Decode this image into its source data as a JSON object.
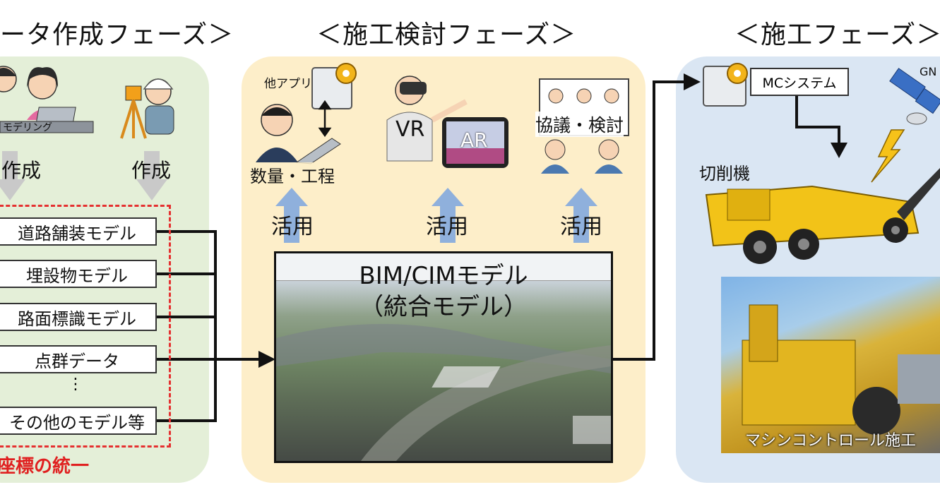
{
  "phases": {
    "data_creation": {
      "title": "ータ作成フェーズ＞"
    },
    "planning": {
      "title": "＜施工検討フェーズ＞"
    },
    "construction": {
      "title": "＜施工フェーズ＞"
    }
  },
  "data_creation": {
    "modeling_label": "モデリング",
    "create_label_1": "作成",
    "create_label_2": "作成",
    "models": [
      "道路舗装モデル",
      "埋設物モデル",
      "路面標識モデル",
      "点群データ",
      "その他のモデル等"
    ],
    "ellipsis": "⋮",
    "unification": "座標の統一"
  },
  "planning": {
    "other_app": "他アプリ",
    "quantity_schedule": "数量・工程",
    "vr": "VR",
    "ar": "AR",
    "discussion": "協議・検討",
    "usage_labels": [
      "活用",
      "活用",
      "活用"
    ],
    "bim_model_title": "BIM/CIMモデル",
    "bim_model_subtitle": "（統合モデル）"
  },
  "construction": {
    "mc_system": "MCシステム",
    "gnss": "GN",
    "cutting_machine": "切削機",
    "photo_caption": "マシンコントロール施工"
  },
  "colors": {
    "panel_green": "#e4efd8",
    "panel_yellow": "#fdeec9",
    "panel_blue": "#dae6f3",
    "dashed_red": "#e53030",
    "arrow_blue": "#8fb0dc",
    "machine_yellow": "#f2c318"
  },
  "icons": [
    "gear-icon",
    "double-arrow-icon",
    "vr-headset-icon",
    "tablet-icon",
    "satellite-icon",
    "lightning-icon",
    "total-station-icon"
  ]
}
